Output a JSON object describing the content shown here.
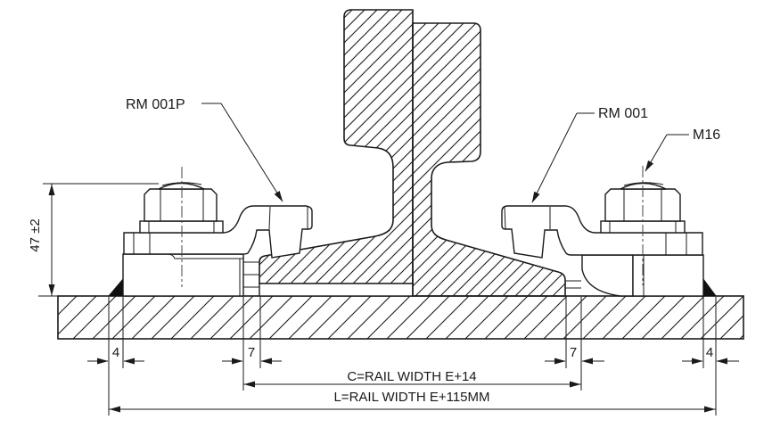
{
  "drawing": {
    "labels": {
      "left_clamp": "RM 001P",
      "right_clamp": "RM 001",
      "bolt": "M16"
    },
    "dimensions": {
      "height": "47 ±2",
      "weld_left": "4",
      "gap_left": "7",
      "gap_right": "7",
      "weld_right": "4",
      "clamp_span": "C=RAIL WIDTH E+14",
      "overall_length": "L=RAIL WIDTH E+115MM"
    },
    "colors": {
      "line": "#1a1a1a",
      "background": "#ffffff"
    }
  }
}
